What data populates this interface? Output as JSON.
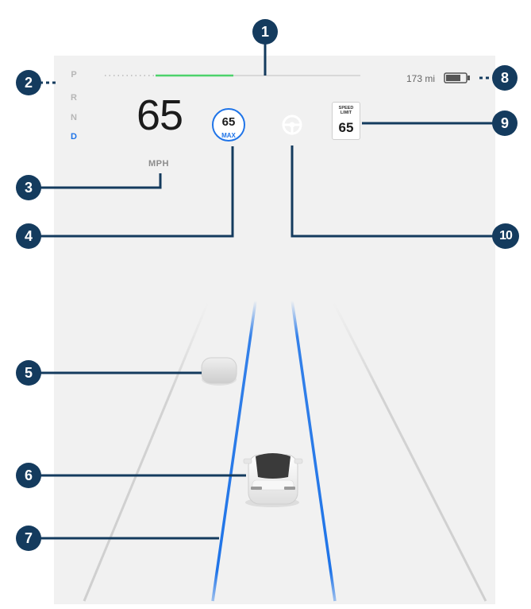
{
  "gear_selector": {
    "gears": [
      "P",
      "R",
      "N",
      "D"
    ],
    "active": "D"
  },
  "speed": {
    "value": "65",
    "unit": "MPH"
  },
  "max_speed": {
    "value": "65",
    "label": "MAX"
  },
  "speed_limit": {
    "label_line1": "SPEED",
    "label_line2": "LIMIT",
    "value": "65"
  },
  "range": {
    "value": "173 mi",
    "battery_level": 0.75
  },
  "callouts": [
    "1",
    "2",
    "3",
    "4",
    "5",
    "6",
    "7",
    "8",
    "9",
    "10"
  ],
  "icons": {
    "autosteer": "steering-wheel-icon",
    "battery": "battery-icon",
    "car": "car-icon",
    "vehicle": "nearby-vehicle-icon"
  },
  "colors": {
    "accent_blue": "#1f74e8",
    "power_green": "#4cd26b",
    "callout_navy": "#143b5e",
    "screen_bg": "#f1f1f1"
  }
}
